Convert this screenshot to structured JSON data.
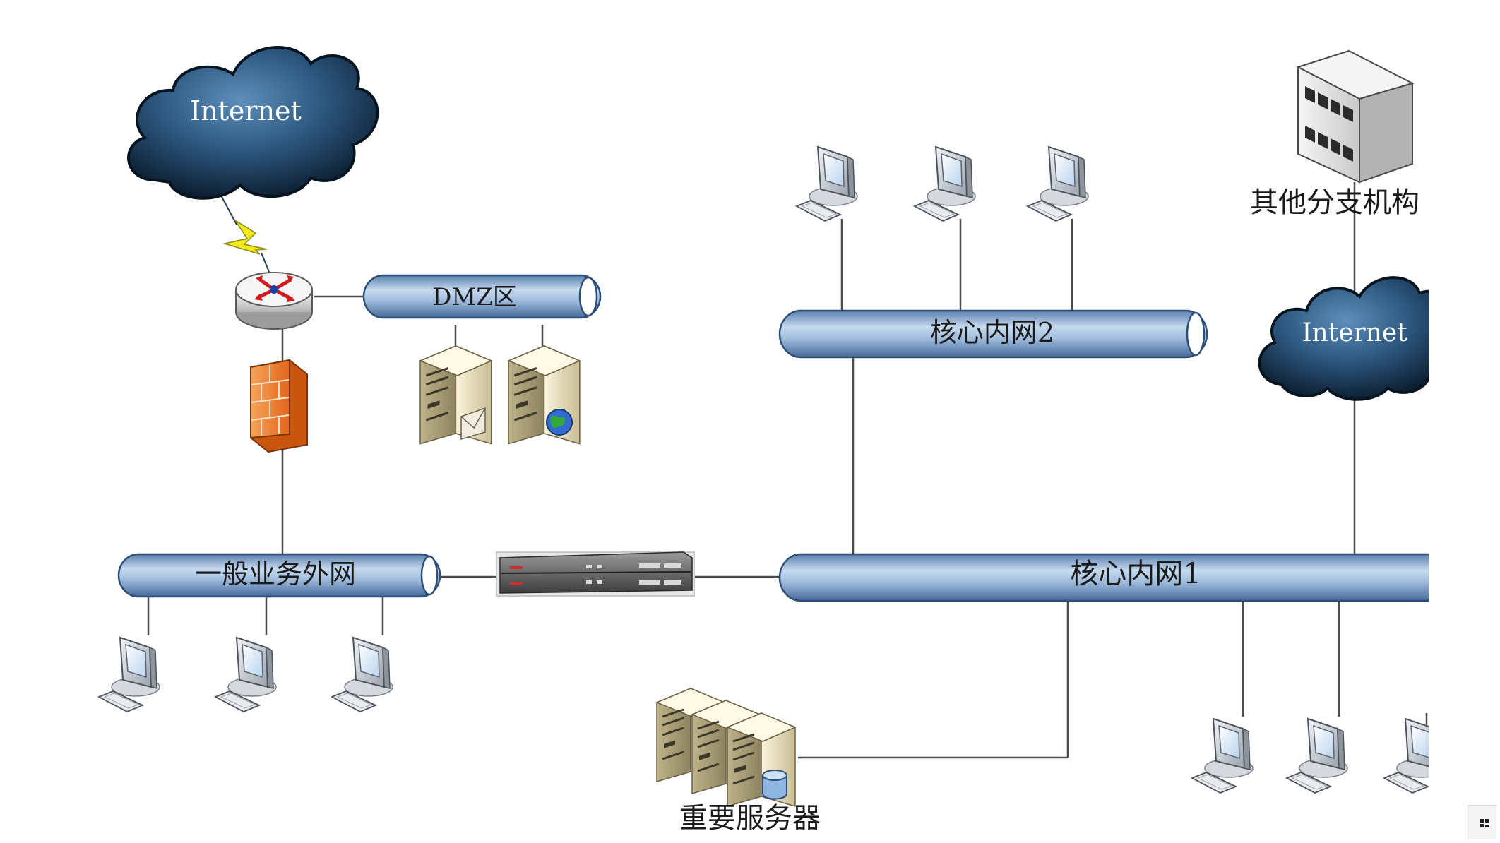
{
  "diagram": {
    "clouds": [
      {
        "id": "internet-top",
        "label": "Internet"
      },
      {
        "id": "internet-right",
        "label": "Internet"
      }
    ],
    "buses": [
      {
        "id": "dmz",
        "label": "DMZ区"
      },
      {
        "id": "core2",
        "label": "核心内网2"
      },
      {
        "id": "general",
        "label": "一般业务外网"
      },
      {
        "id": "core1",
        "label": "核心内网1"
      }
    ],
    "labels": {
      "branch": "其他分支机构",
      "servers": "重要服务器"
    },
    "colors": {
      "bus_dark": "#4a6e9a",
      "bus_light": "#c9dcf0",
      "cloud_dark": "#0f2538",
      "cloud_light": "#5a8ab5",
      "firewall": "#e8741f",
      "line": "#4a4a4a",
      "lightning": "#f3e81a"
    },
    "icons": [
      "cloud-icon",
      "router-icon",
      "firewall-icon",
      "server-icon",
      "workstation-icon",
      "building-icon",
      "gatekeeper-icon"
    ]
  }
}
